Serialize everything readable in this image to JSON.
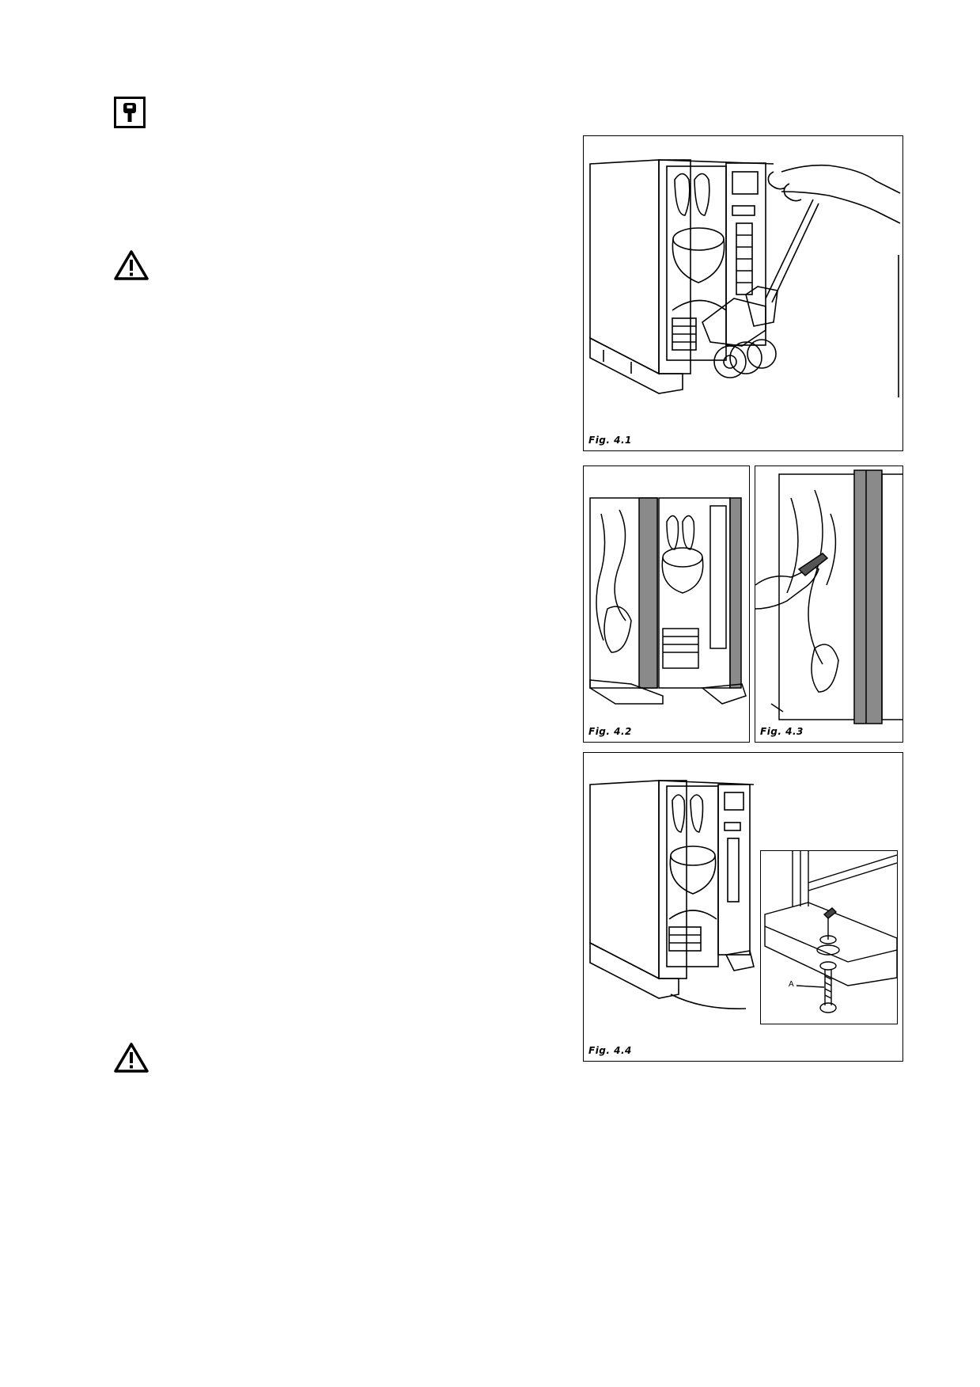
{
  "icons": {
    "maintenance": "key-tool-icon",
    "warning_1": "warning-triangle-icon",
    "warning_2": "warning-triangle-icon"
  },
  "figures": {
    "fig1": {
      "caption": "Fig. 4.1"
    },
    "fig2": {
      "caption": "Fig. 4.2"
    },
    "fig3": {
      "caption": "Fig. 4.3"
    },
    "fig4": {
      "caption": "Fig. 4.4",
      "label_a": "A"
    }
  }
}
